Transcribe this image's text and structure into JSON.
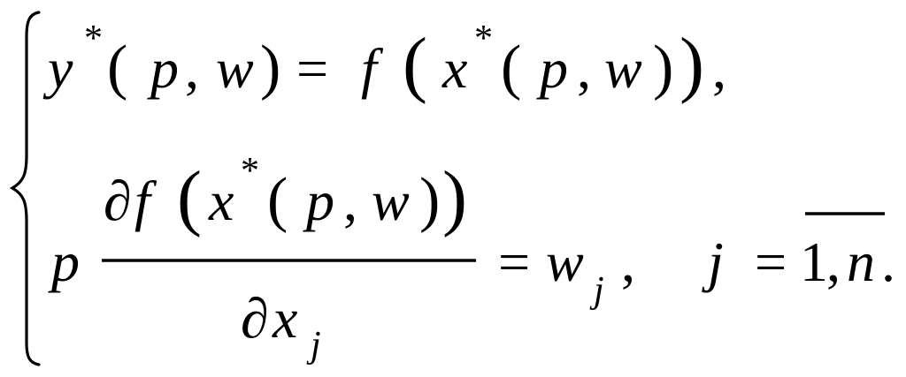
{
  "line1": {
    "y": "y",
    "star_1": "*",
    "lp_1": "(",
    "p_1": "p",
    "comma_1": ",",
    "w_1": "w",
    "rp_1": ")",
    "eq": "=",
    "f": "f",
    "lp_big": "(",
    "x": "x",
    "star_2": "*",
    "lp_2": "(",
    "p_2": "p",
    "comma_2": ",",
    "w_2": "w",
    "rp_2": ")",
    "rp_big": ")",
    "trail_comma": ","
  },
  "line2": {
    "p": "p",
    "num_partial": "∂",
    "num_f": "f",
    "num_lp_big": "(",
    "num_x": "x",
    "num_star": "*",
    "num_lp": "(",
    "num_p": "p",
    "num_comma": ",",
    "num_w": "w",
    "num_rp": ")",
    "num_rp_big": ")",
    "den_partial": "∂",
    "den_x": "x",
    "den_j": "j",
    "eq_1": "=",
    "w": "w",
    "w_sub_j": "j",
    "comma_after_w": ",",
    "j": "j",
    "eq_2": "=",
    "one": "1",
    "range_comma": ",",
    "n": "n",
    "period": "."
  }
}
